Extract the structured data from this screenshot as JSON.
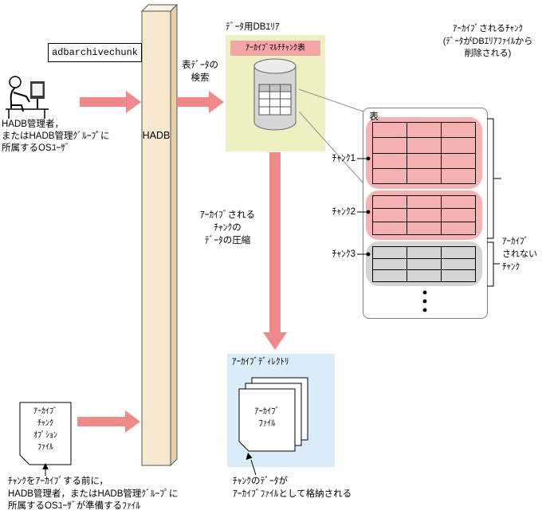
{
  "actor": {
    "command": "adbarchivechunk",
    "caption": "HADB管理者，\nまたはHADB管理ｸﾞﾙｰﾌﾟに\n所属するOSﾕｰｻﾞ"
  },
  "hadb": {
    "label": "HADB"
  },
  "db_area": {
    "title": "ﾃﾞｰﾀ用DBｴﾘｱ",
    "table_title": "ｱｰｶｲﾌﾞﾏﾙﾁﾁｬﾝｸ表",
    "search_note": "表ﾃﾞｰﾀの\n検索"
  },
  "detail": {
    "box_title": "表",
    "chunk_labels": [
      "ﾁｬﾝｸ1",
      "ﾁｬﾝｸ2",
      "ﾁｬﾝｸ3"
    ],
    "archived_note": "ｱｰｶｲﾌﾞされるﾁｬﾝｸ\n(ﾃﾞｰﾀがDBｴﾘｱﾌｧｲﾙから\n削除される)",
    "not_archived_note": "ｱｰｶｲﾌﾞ\nされない\nﾁｬﾝｸ"
  },
  "compress_note": "ｱｰｶｲﾌﾞされる\nﾁｬﾝｸの\nﾃﾞｰﾀの圧縮",
  "archive_dir": {
    "title": "ｱｰｶｲﾌﾞﾃﾞｨﾚｸﾄﾘ",
    "file_label": "ｱｰｶｲﾌﾞ\nﾌｧｲﾙ"
  },
  "option_file": {
    "label": "ｱｰｶｲﾌﾞ\nﾁｬﾝｸ\nｵﾌﾟｼｮﾝ\nﾌｧｲﾙ",
    "note": "ﾁｬﾝｸをｱｰｶｲﾌﾞする前に，\nHADB管理者，またはHADB管理ｸﾞﾙｰﾌﾟに\n所属するOSﾕｰｻﾞが準備するﾌｧｲﾙ"
  },
  "store_note": "ﾁｬﾝｸのﾃﾞｰﾀが\nｱｰｶｲﾌﾞﾌｧｲﾙとして格納される",
  "colors": {
    "arrow": "#f08a8a",
    "db_area_bg": "#eef0c2",
    "chunk_pink": "#f6b2b2",
    "chunk_gray": "#d4d4d4",
    "dir_bg": "#d9ecf8",
    "hadb_front": "#f7e9cf",
    "hadb_side": "#e3cfa8",
    "hadb_top": "#fbf3e1",
    "highlight_pink": "#f5a5a5"
  }
}
